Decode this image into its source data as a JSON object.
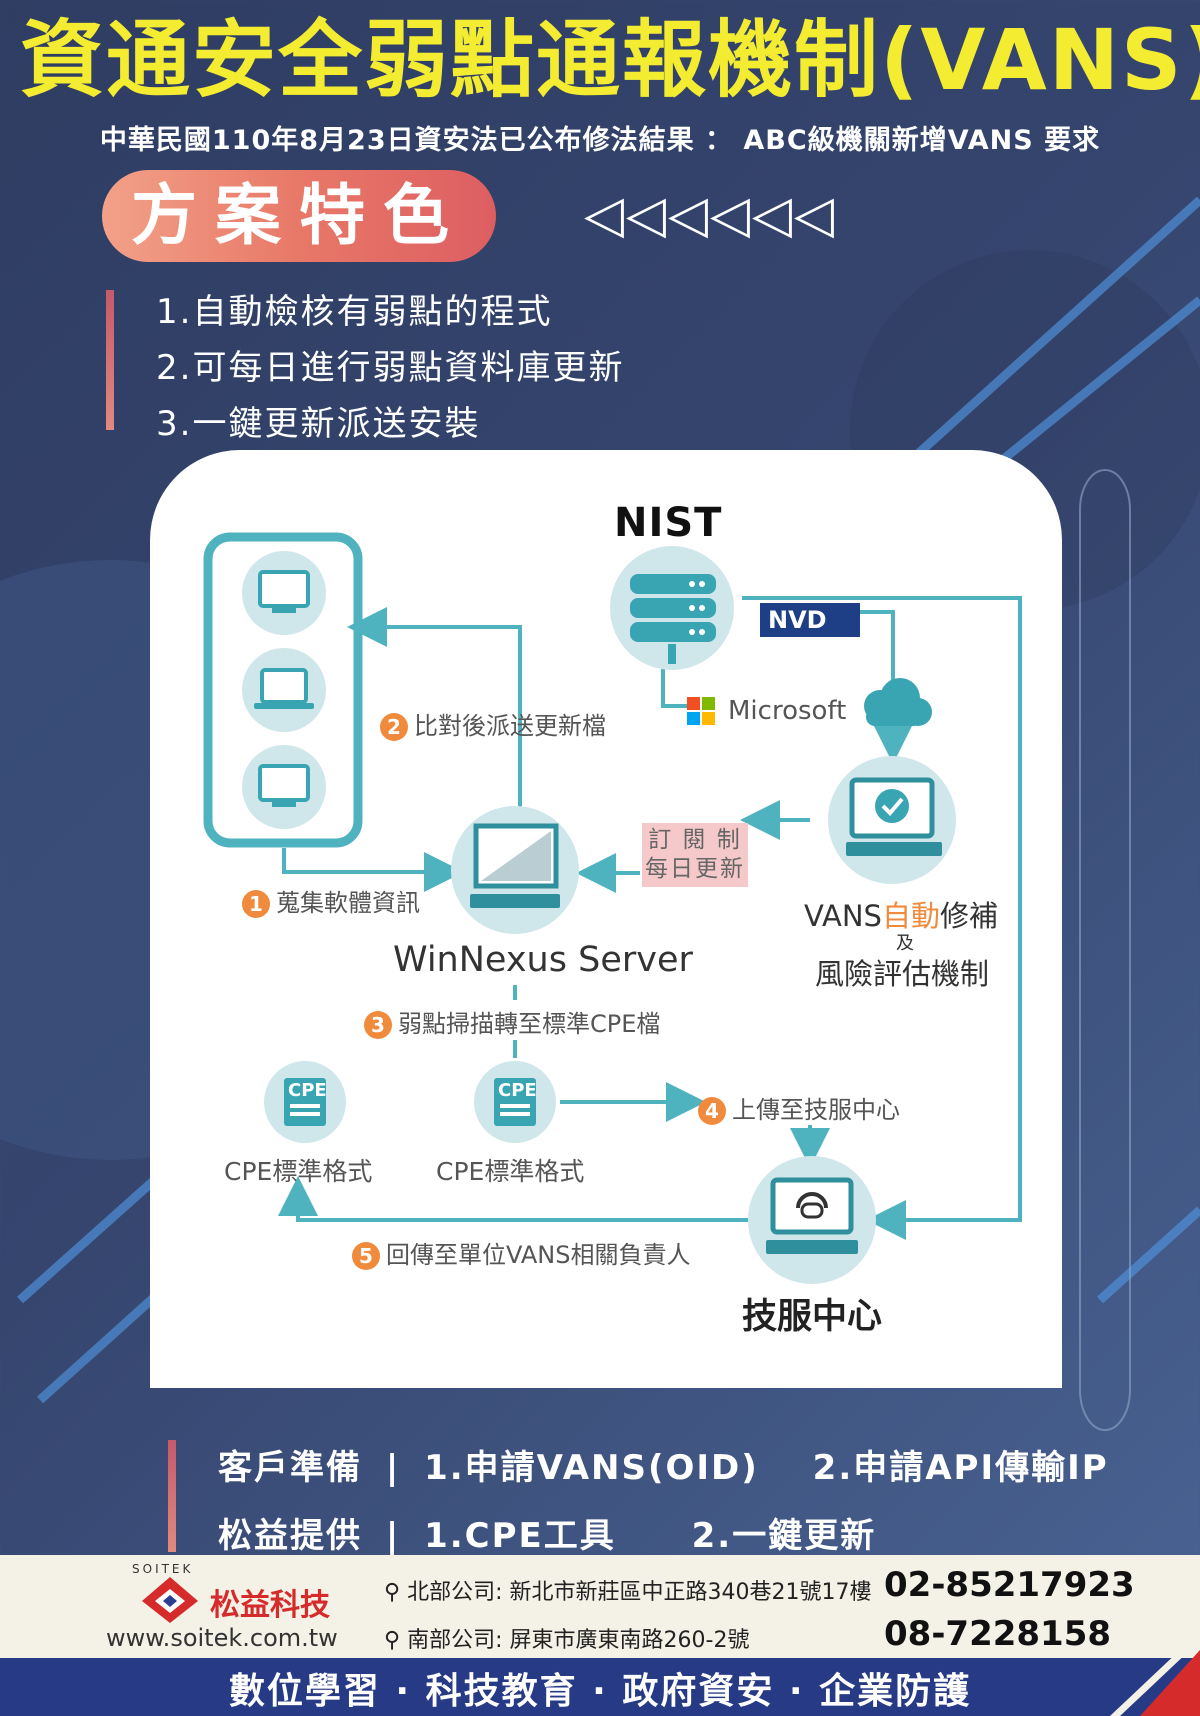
{
  "title": "資通安全弱點通報機制(VANS)",
  "subtitle": "中華民國110年8月23日資安法已公布修法結果 ： ABC級機關新增VANS 要求",
  "features_label": "方案特色",
  "arrows": "◁◁◁◁◁◁",
  "features": [
    "1.自動檢核有弱點的程式",
    "2.可每日進行弱點資料庫更新",
    "3.一鍵更新派送安裝"
  ],
  "diagram": {
    "nist": "NIST",
    "nvd": "NVD",
    "microsoft": "Microsoft",
    "server_label": "WinNexus Server",
    "subscription": "訂 閱 制",
    "daily_update": "每日更新",
    "vans_prefix": "VANS",
    "vans_highlight": "自動",
    "vans_suffix": "修補",
    "and": "及",
    "risk": "風險評估機制",
    "cpe_icon": "CPE",
    "cpe_left": "CPE標準格式",
    "cpe_mid": "CPE標準格式",
    "support": "技服中心",
    "steps": [
      {
        "num": "1",
        "text": "蒐集軟體資訊"
      },
      {
        "num": "2",
        "text": "比對後派送更新檔"
      },
      {
        "num": "3",
        "text": "弱點掃描轉至標準CPE檔"
      },
      {
        "num": "4",
        "text": "上傳至技服中心"
      },
      {
        "num": "5",
        "text": "回傳至單位VANS相關負責人"
      }
    ]
  },
  "customer": {
    "label": "客戶準備",
    "sep": "|",
    "item1": "1.申請VANS(OID)",
    "item2": "2.申請API傳輸IP"
  },
  "provider": {
    "label": "松益提供",
    "sep": "|",
    "item1": "1.CPE工具",
    "item2": "2.一鍵更新"
  },
  "company": {
    "logo_arc": "SOITEK",
    "name": "松益科技",
    "website": "www.soitek.com.tw",
    "north": "北部公司: 新北市新莊區中正路340巷21號17樓",
    "south": "南部公司: 屏東市廣東南路260-2號",
    "phone_north": "02-85217923",
    "phone_south": "08-7228158"
  },
  "slogan": "數位學習 · 科技教育 · 政府資安 · 企業防護",
  "colors": {
    "title": "#f3ec31",
    "accent": "#f08a3c",
    "teal": "#4fb3bf",
    "navy": "#263a86"
  }
}
